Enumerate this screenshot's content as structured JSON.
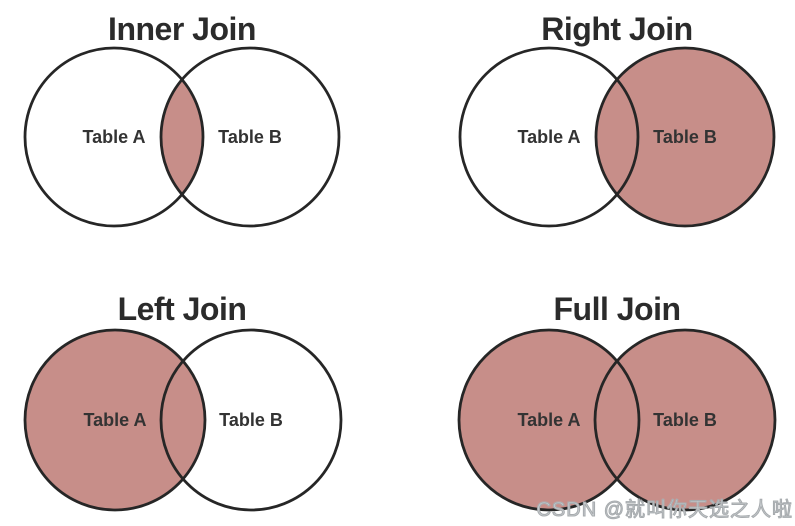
{
  "colors": {
    "shade": "#c78e89",
    "stroke": "#262626",
    "title": "#2b2b2b",
    "label": "#333333",
    "watermark": "#a7abae",
    "background": "#ffffff"
  },
  "panels": [
    {
      "title": "Inner Join",
      "shaded_region": "intersection",
      "left_label": "Table A",
      "right_label": "Table B"
    },
    {
      "title": "Right Join",
      "shaded_region": "right-circle",
      "left_label": "Table A",
      "right_label": "Table B"
    },
    {
      "title": "Left Join",
      "shaded_region": "left-circle",
      "left_label": "Table A",
      "right_label": "Table B"
    },
    {
      "title": "Full Join",
      "shaded_region": "both-circles",
      "left_label": "Table A",
      "right_label": "Table B"
    }
  ],
  "watermark": {
    "text": "CSDN @就叫你天选之人啦"
  }
}
